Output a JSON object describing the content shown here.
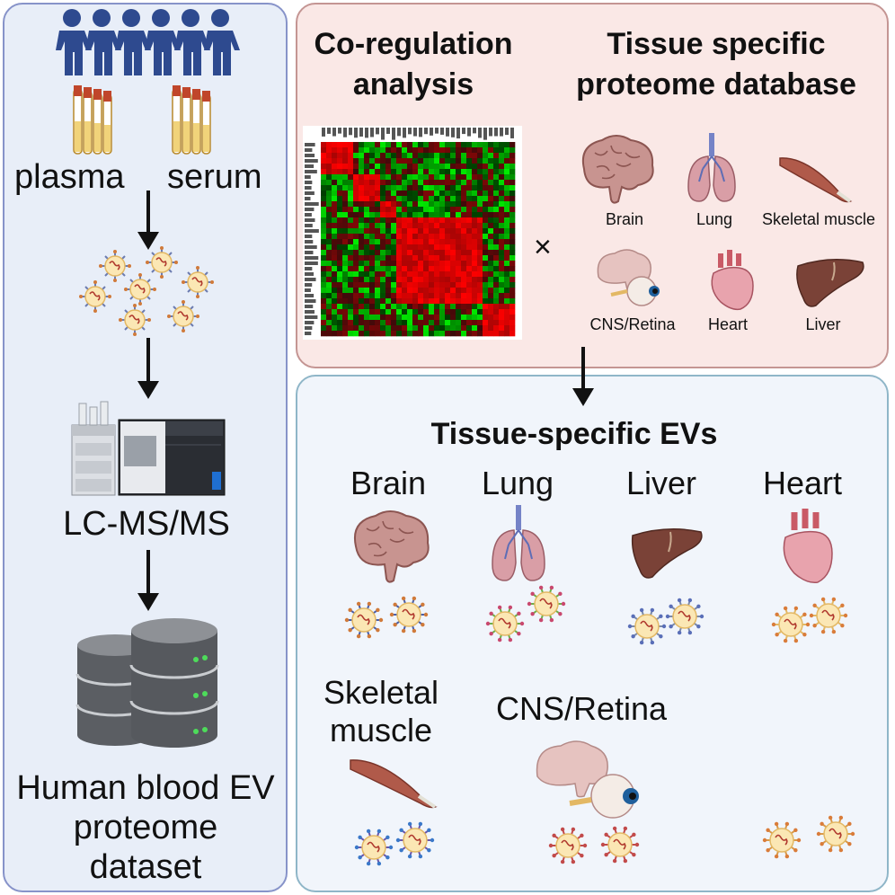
{
  "left_panel": {
    "plasma_label": "plasma",
    "serum_label": "serum",
    "instrument_label": "LC-MS/MS",
    "dataset_label_line1": "Human blood EV",
    "dataset_label_line2": "proteome",
    "dataset_label_line3": "dataset"
  },
  "top_right": {
    "coreg_title_line1": "Co-regulation",
    "coreg_title_line2": "analysis",
    "tissue_title_line1": "Tissue specific",
    "tissue_title_line2": "proteome database",
    "times_symbol": "×",
    "tissues": [
      "Brain",
      "Lung",
      "Skeletal muscle",
      "CNS/Retina",
      "Heart",
      "Liver"
    ]
  },
  "bottom_right": {
    "title": "Tissue-specific EVs",
    "brain": "Brain",
    "lung": "Lung",
    "liver": "Liver",
    "heart": "Heart",
    "skeletal_line1": "Skeletal",
    "skeletal_line2": "muscle",
    "cns": "CNS/Retina"
  },
  "colors": {
    "left_panel_bg": "#e8eef8",
    "left_panel_border": "#8793c9",
    "top_right_bg": "#fae8e6",
    "top_right_border": "#c49593",
    "bottom_right_bg": "#f1f5fb",
    "bottom_right_border": "#8fb6c8",
    "people": "#2e4a8f"
  }
}
